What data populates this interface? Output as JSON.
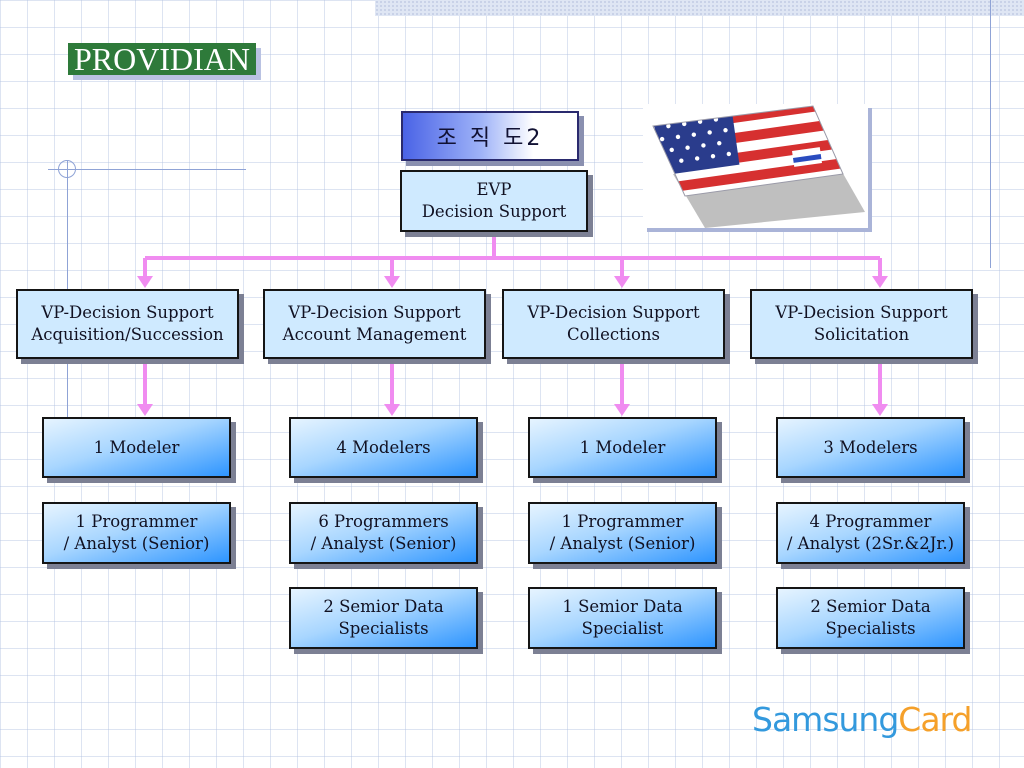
{
  "logo": {
    "text": "PROVIDIAN"
  },
  "title": "조 직 도2",
  "top_box": {
    "line1": "EVP",
    "line2": "Decision Support"
  },
  "vp_boxes": [
    {
      "line1": "VP-Decision Support",
      "line2": "Acquisition/Succession"
    },
    {
      "line1": "VP-Decision Support",
      "line2": "Account Management"
    },
    {
      "line1": "VP-Decision Support",
      "line2": "Collections"
    },
    {
      "line1": "VP-Decision Support",
      "line2": "Solicitation"
    }
  ],
  "columns": [
    {
      "modelers": "1 Modeler",
      "programmers": {
        "line1": "1 Programmer",
        "line2": "/ Analyst (Senior)"
      }
    },
    {
      "modelers": "4 Modelers",
      "programmers": {
        "line1": "6 Programmers",
        "line2": "/ Analyst (Senior)"
      },
      "specialists": {
        "line1": "2 Semior Data",
        "line2": "Specialists"
      }
    },
    {
      "modelers": "1 Modeler",
      "programmers": {
        "line1": "1 Programmer",
        "line2": "/ Analyst (Senior)"
      },
      "specialists": {
        "line1": "1 Semior Data",
        "line2": "Specialist"
      }
    },
    {
      "modelers": "3 Modelers",
      "programmers": {
        "line1": "4 Programmer",
        "line2": "/ Analyst (2Sr.&2Jr.)"
      },
      "specialists": {
        "line1": "2 Semior Data",
        "line2": "Specialists"
      }
    }
  ],
  "brand": {
    "part1": "Samsung",
    "part2": "Card"
  },
  "colors": {
    "connector": "#f08cf0",
    "box_light": "#cfeaff",
    "box_gradient_end": "#2e95ff",
    "logo_bg": "#2e7a3a"
  }
}
